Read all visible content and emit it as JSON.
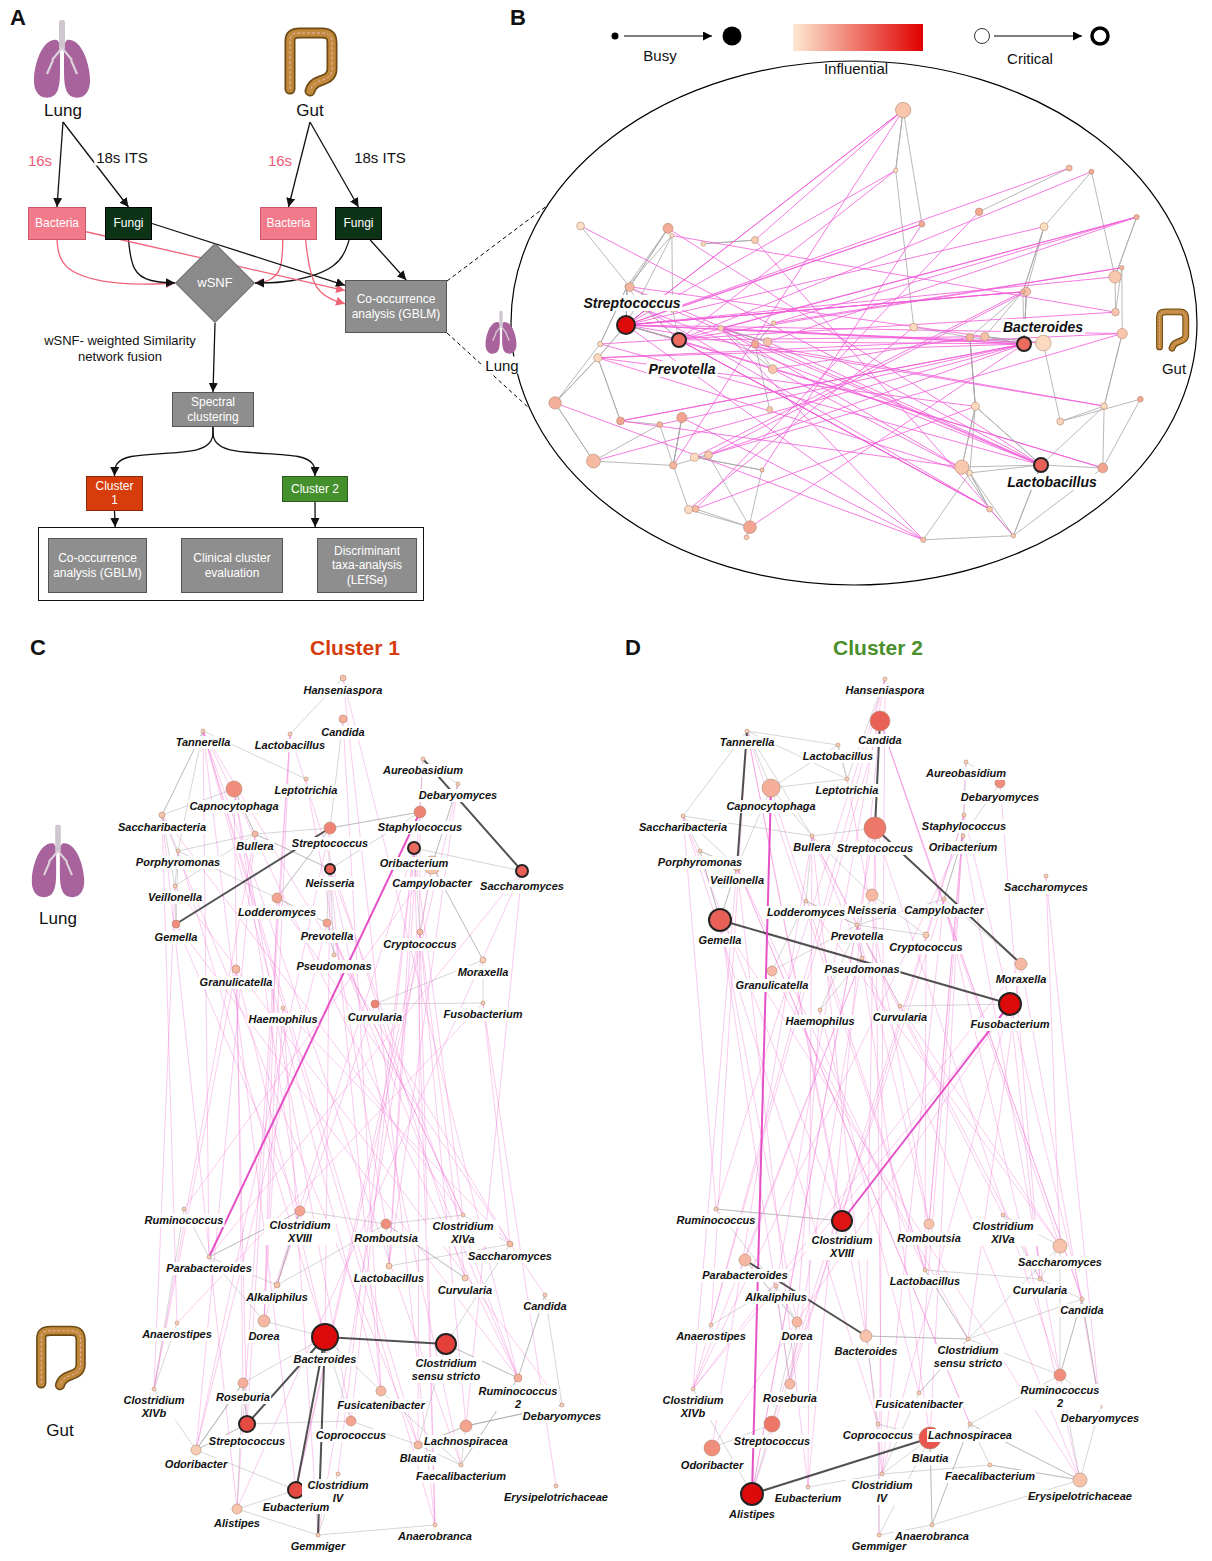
{
  "diagram": {
    "nodes": [
      {
        "text": [
          "Lung"
        ]
      },
      {
        "text": [
          "Gut"
        ]
      },
      {
        "text": [
          "Bacteria"
        ]
      },
      {
        "text": [
          "Fungi"
        ]
      },
      {
        "text": [
          "Bacteria"
        ]
      },
      {
        "text": [
          "Fungi"
        ]
      },
      {
        "text": [
          "wSNF"
        ]
      },
      {
        "text": [
          "Co-occurrence analysis (GBLM)"
        ]
      },
      {
        "text": [
          "Spectral clustering"
        ]
      },
      {
        "text": [
          "Cluster 1"
        ]
      },
      {
        "text": [
          "Cluster 2"
        ]
      },
      {
        "text": []
      },
      {
        "text": [
          "Co-occurrence analysis (GBLM)"
        ],
        "in": 11
      },
      {
        "text": [
          "Clinical cluster evaluation"
        ],
        "in": 11
      },
      {
        "text": [
          "Discriminant taxa-analysis (LEfSe)"
        ],
        "in": 11
      }
    ],
    "edges": [
      {
        "from": 0,
        "to": 2,
        "arrow": "to",
        "label": "16s"
      },
      {
        "from": 0,
        "to": 3,
        "arrow": "to",
        "label": "18s ITS"
      },
      {
        "from": 1,
        "to": 4,
        "arrow": "to",
        "label": "16s"
      },
      {
        "from": 1,
        "to": 5,
        "arrow": "to",
        "label": "18s ITS"
      },
      {
        "from": 2,
        "to": 6,
        "arrow": "to"
      },
      {
        "from": 3,
        "to": 6,
        "arrow": "to"
      },
      {
        "from": 4,
        "to": 6,
        "arrow": "to"
      },
      {
        "from": 5,
        "to": 6,
        "arrow": "to"
      },
      {
        "from": 2,
        "to": 7,
        "arrow": "to"
      },
      {
        "from": 3,
        "to": 7,
        "arrow": "to"
      },
      {
        "from": 4,
        "to": 7,
        "arrow": "to"
      },
      {
        "from": 5,
        "to": 7,
        "arrow": "to"
      },
      {
        "from": 6,
        "to": 8,
        "arrow": "to"
      },
      {
        "from": 8,
        "to": 9,
        "arrow": "to"
      },
      {
        "from": 8,
        "to": 10,
        "arrow": "to"
      },
      {
        "from": 9,
        "to": 11,
        "arrow": "to"
      },
      {
        "from": 10,
        "to": 11,
        "arrow": "to"
      }
    ],
    "labels": [
      "A",
      "B",
      "C",
      "D",
      "wSNF- weighted Similarity network fusion",
      "Streptococcus",
      "Prevotella",
      "Bacteroides",
      "Lactobacillus",
      "Lung",
      "Gut",
      "Cluster 1",
      "Cluster 2",
      "Lung",
      "Gut",
      "Hanseniaspora",
      "Candida",
      "Tannerella",
      "Lactobacillus",
      "Aureobasidium",
      "Leptotrichia",
      "Debaryomyces",
      "Capnocytophaga",
      "Saccharibacteria",
      "Staphylococcus",
      "Bullera",
      "Streptococcus",
      "Oribacterium",
      "Porphyromonas",
      "Saccharomyces",
      "Neisseria",
      "Veillonella",
      "Campylobacter",
      "Lodderomyces",
      "Gemella",
      "Prevotella",
      "Cryptococcus",
      "Pseudomonas",
      "Moraxella",
      "Granulicatella",
      "Haemophilus",
      "Curvularia",
      "Fusobacterium",
      "Ruminococcus",
      "Clostridium XVIII",
      "Romboutsia",
      "Clostridium XIVa",
      "Saccharomyces",
      "Parabacteroides",
      "Lactobacillus",
      "Curvularia",
      "Candida",
      "Alkaliphilus",
      "Anaerostipes",
      "Dorea",
      "Bacteroides",
      "Clostridium sensu stricto",
      "Clostridium XIVb",
      "Roseburia",
      "Fusicatenibacter",
      "Ruminococcus 2",
      "Debaryomyces",
      "Streptococcus",
      "Coprococcus",
      "Lachnospiracea",
      "Blautia",
      "Odoribacter",
      "Clostridium IV",
      "Faecalibacterium",
      "Erysipelotrichaceae",
      "Alistipes",
      "Eubacterium",
      "Anaerobranca",
      "Gemmiger",
      "Hanseniaspora",
      "Candida",
      "Tannerella",
      "Lactobacillus",
      "Aureobasidium",
      "Leptotrichia",
      "Debaryomyces",
      "Capnocytophaga",
      "Saccharibacteria",
      "Staphylococcus",
      "Bullera",
      "Streptococcus",
      "Oribacterium",
      "Porphyromonas",
      "Saccharomyces",
      "Neisseria",
      "Veillonella",
      "Campylobacter",
      "Lodderomyces",
      "Gemella",
      "Prevotella",
      "Cryptococcus",
      "Pseudomonas",
      "Moraxella",
      "Granulicatella",
      "Haemophilus",
      "Curvularia",
      "Fusobacterium",
      "Ruminococcus",
      "Clostridium XVIII",
      "Romboutsia",
      "Clostridium XIVa",
      "Saccharomyces",
      "Parabacteroides",
      "Lactobacillus",
      "Curvularia",
      "Candida",
      "Alkaliphilus",
      "Anaerostipes",
      "Dorea",
      "Bacteroides",
      "Clostridium sensu stricto",
      "Clostridium XIVb",
      "Roseburia",
      "Fusicatenibacter",
      "Ruminococcus 2",
      "Debaryomyces",
      "Streptococcus",
      "Coprococcus",
      "Lachnospiracea",
      "Blautia",
      "Odoribacter",
      "Clostridium IV",
      "Faecalibacterium",
      "Erysipelotrichaceae",
      "Alistipes",
      "Eubacterium",
      "Anaerobranca",
      "Gemmiger"
    ],
    "legend": [
      {
        "text": "Busy"
      },
      {
        "text": "Influential"
      },
      {
        "text": "Critical"
      }
    ]
  }
}
